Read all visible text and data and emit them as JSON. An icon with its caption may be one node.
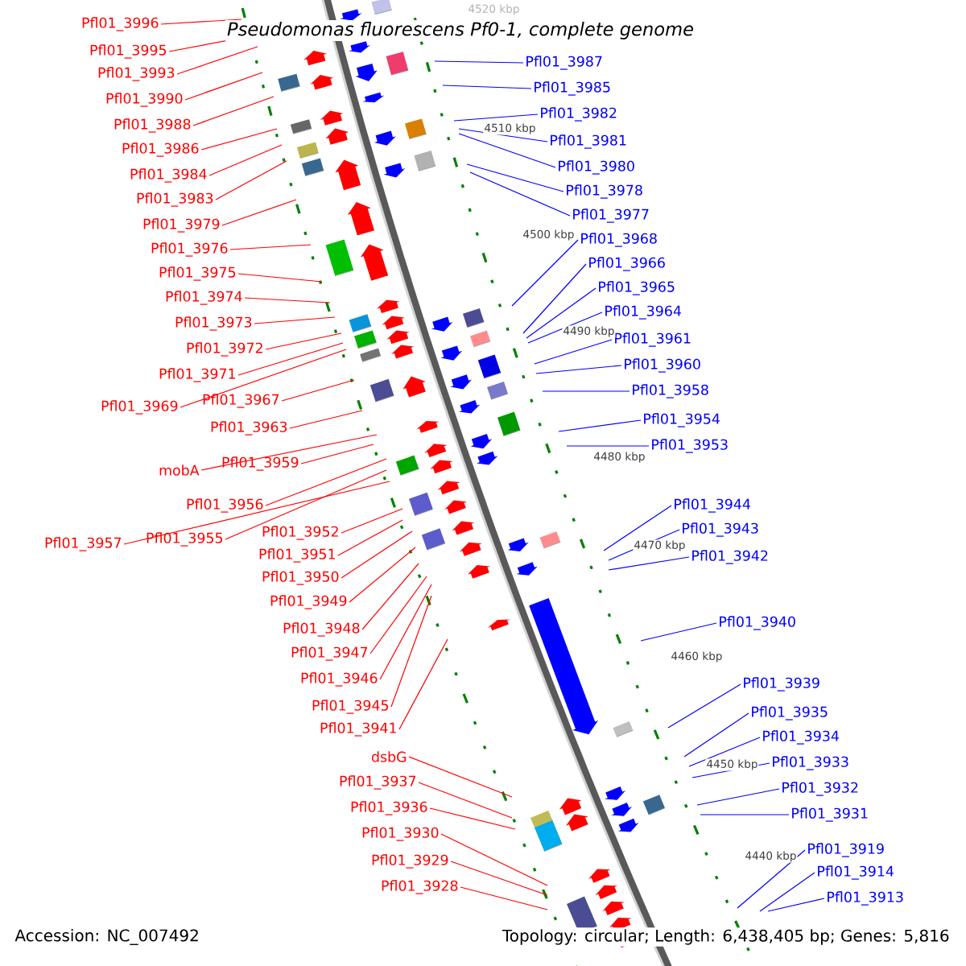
{
  "diagram": {
    "title": "Pseudomonas fluorescens Pf0-1, complete genome",
    "nodes": [
      {
        "text": [
          "Pfl01_3996"
        ]
      },
      {
        "text": [
          "Pfl01_3995"
        ]
      },
      {
        "text": [
          "Pfl01_3993"
        ]
      },
      {
        "text": [
          "Pfl01_3990"
        ]
      },
      {
        "text": [
          "Pfl01_3988"
        ]
      },
      {
        "text": [
          "Pfl01_3986"
        ]
      },
      {
        "text": [
          "Pfl01_3984"
        ]
      },
      {
        "text": [
          "Pfl01_3983"
        ]
      },
      {
        "text": [
          "Pfl01_3979"
        ]
      },
      {
        "text": [
          "Pfl01_3976"
        ]
      },
      {
        "text": [
          "Pfl01_3975"
        ]
      },
      {
        "text": [
          "Pfl01_3974"
        ]
      },
      {
        "text": [
          "Pfl01_3973"
        ]
      },
      {
        "text": [
          "Pfl01_3972"
        ]
      },
      {
        "text": [
          "Pfl01_3971"
        ]
      },
      {
        "text": [
          "Pfl01_3969"
        ]
      },
      {
        "text": [
          "Pfl01_3967"
        ]
      },
      {
        "text": [
          "Pfl01_3963"
        ]
      },
      {
        "text": [
          "mobA"
        ]
      },
      {
        "text": [
          "Pfl01_3959"
        ]
      },
      {
        "text": [
          "Pfl01_3956"
        ]
      },
      {
        "text": [
          "Pfl01_3957"
        ]
      },
      {
        "text": [
          "Pfl01_3955"
        ]
      },
      {
        "text": [
          "Pfl01_3952"
        ]
      },
      {
        "text": [
          "Pfl01_3951"
        ]
      },
      {
        "text": [
          "Pfl01_3950"
        ]
      },
      {
        "text": [
          "Pfl01_3949"
        ]
      },
      {
        "text": [
          "Pfl01_3948"
        ]
      },
      {
        "text": [
          "Pfl01_3947"
        ]
      },
      {
        "text": [
          "Pfl01_3946"
        ]
      },
      {
        "text": [
          "Pfl01_3945"
        ]
      },
      {
        "text": [
          "Pfl01_3941"
        ]
      },
      {
        "text": [
          "dsbG"
        ]
      },
      {
        "text": [
          "Pfl01_3937"
        ]
      },
      {
        "text": [
          "Pfl01_3936"
        ]
      },
      {
        "text": [
          "Pfl01_3930"
        ]
      },
      {
        "text": [
          "Pfl01_3929"
        ]
      },
      {
        "text": [
          "Pfl01_3928"
        ]
      },
      {
        "text": [
          "Pfl01_3987"
        ]
      },
      {
        "text": [
          "Pfl01_3985"
        ]
      },
      {
        "text": [
          "Pfl01_3982"
        ]
      },
      {
        "text": [
          "Pfl01_3981"
        ]
      },
      {
        "text": [
          "Pfl01_3980"
        ]
      },
      {
        "text": [
          "Pfl01_3978"
        ]
      },
      {
        "text": [
          "Pfl01_3977"
        ]
      },
      {
        "text": [
          "Pfl01_3968"
        ]
      },
      {
        "text": [
          "Pfl01_3966"
        ]
      },
      {
        "text": [
          "Pfl01_3965"
        ]
      },
      {
        "text": [
          "Pfl01_3964"
        ]
      },
      {
        "text": [
          "Pfl01_3961"
        ]
      },
      {
        "text": [
          "Pfl01_3960"
        ]
      },
      {
        "text": [
          "Pfl01_3958"
        ]
      },
      {
        "text": [
          "Pfl01_3954"
        ]
      },
      {
        "text": [
          "Pfl01_3953"
        ]
      },
      {
        "text": [
          "Pfl01_3944"
        ]
      },
      {
        "text": [
          "Pfl01_3943"
        ]
      },
      {
        "text": [
          "Pfl01_3942"
        ]
      },
      {
        "text": [
          "Pfl01_3940"
        ]
      },
      {
        "text": [
          "Pfl01_3939"
        ]
      },
      {
        "text": [
          "Pfl01_3935"
        ]
      },
      {
        "text": [
          "Pfl01_3934"
        ]
      },
      {
        "text": [
          "Pfl01_3933"
        ]
      },
      {
        "text": [
          "Pfl01_3932"
        ]
      },
      {
        "text": [
          "Pfl01_3931"
        ]
      },
      {
        "text": [
          "Pfl01_3919"
        ]
      },
      {
        "text": [
          "Pfl01_3914"
        ]
      },
      {
        "text": [
          "Pfl01_3913"
        ]
      }
    ],
    "edges": [
      {
        "from": 0,
        "to": null,
        "arrow": "none"
      },
      {
        "from": 1,
        "to": null,
        "arrow": "none"
      },
      {
        "from": 2,
        "to": null,
        "arrow": "none"
      },
      {
        "from": 3,
        "to": null,
        "arrow": "none"
      },
      {
        "from": 4,
        "to": null,
        "arrow": "none"
      },
      {
        "from": 5,
        "to": null,
        "arrow": "none"
      },
      {
        "from": 6,
        "to": null,
        "arrow": "none"
      },
      {
        "from": 7,
        "to": null,
        "arrow": "none"
      },
      {
        "from": 8,
        "to": null,
        "arrow": "none"
      },
      {
        "from": 9,
        "to": null,
        "arrow": "none"
      },
      {
        "from": 10,
        "to": null,
        "arrow": "none"
      },
      {
        "from": 11,
        "to": null,
        "arrow": "none"
      },
      {
        "from": 12,
        "to": null,
        "arrow": "none"
      },
      {
        "from": 13,
        "to": null,
        "arrow": "none"
      },
      {
        "from": 14,
        "to": null,
        "arrow": "none"
      },
      {
        "from": 15,
        "to": null,
        "arrow": "none"
      },
      {
        "from": 16,
        "to": null,
        "arrow": "none"
      },
      {
        "from": 17,
        "to": null,
        "arrow": "none"
      },
      {
        "from": 18,
        "to": null,
        "arrow": "none"
      },
      {
        "from": 19,
        "to": null,
        "arrow": "none"
      },
      {
        "from": 20,
        "to": null,
        "arrow": "none"
      },
      {
        "from": 21,
        "to": null,
        "arrow": "none"
      },
      {
        "from": 22,
        "to": null,
        "arrow": "none"
      },
      {
        "from": 23,
        "to": null,
        "arrow": "none"
      },
      {
        "from": 24,
        "to": null,
        "arrow": "none"
      },
      {
        "from": 25,
        "to": null,
        "arrow": "none"
      },
      {
        "from": 26,
        "to": null,
        "arrow": "none"
      },
      {
        "from": 27,
        "to": null,
        "arrow": "none"
      },
      {
        "from": 28,
        "to": null,
        "arrow": "none"
      },
      {
        "from": 29,
        "to": null,
        "arrow": "none"
      },
      {
        "from": 30,
        "to": null,
        "arrow": "none"
      },
      {
        "from": 31,
        "to": null,
        "arrow": "none"
      },
      {
        "from": 32,
        "to": null,
        "arrow": "none"
      },
      {
        "from": 33,
        "to": null,
        "arrow": "none"
      },
      {
        "from": 34,
        "to": null,
        "arrow": "none"
      },
      {
        "from": 35,
        "to": null,
        "arrow": "none"
      },
      {
        "from": 36,
        "to": null,
        "arrow": "none"
      },
      {
        "from": 37,
        "to": null,
        "arrow": "none"
      },
      {
        "from": 38,
        "to": null,
        "arrow": "none",
        "color": "#0000ff"
      },
      {
        "from": 39,
        "to": null,
        "arrow": "none",
        "color": "#0000ff"
      },
      {
        "from": 40,
        "to": null,
        "arrow": "none",
        "color": "#0000ff"
      },
      {
        "from": 41,
        "to": null,
        "arrow": "none",
        "color": "#0000ff"
      },
      {
        "from": 42,
        "to": null,
        "arrow": "none",
        "color": "#0000ff"
      },
      {
        "from": 43,
        "to": null,
        "arrow": "none",
        "color": "#0000ff"
      },
      {
        "from": 44,
        "to": null,
        "arrow": "none",
        "color": "#0000ff"
      },
      {
        "from": 45,
        "to": null,
        "arrow": "none",
        "color": "#0000ff"
      },
      {
        "from": 46,
        "to": null,
        "arrow": "none",
        "color": "#0000ff"
      },
      {
        "from": 47,
        "to": null,
        "arrow": "none",
        "color": "#0000ff"
      },
      {
        "from": 48,
        "to": null,
        "arrow": "none",
        "color": "#0000ff"
      },
      {
        "from": 49,
        "to": null,
        "arrow": "none",
        "color": "#0000ff"
      },
      {
        "from": 50,
        "to": null,
        "arrow": "none",
        "color": "#0000ff"
      },
      {
        "from": 51,
        "to": null,
        "arrow": "none",
        "color": "#0000ff"
      },
      {
        "from": 52,
        "to": null,
        "arrow": "none",
        "color": "#0000ff"
      },
      {
        "from": 53,
        "to": null,
        "arrow": "none",
        "color": "#0000ff"
      },
      {
        "from": 54,
        "to": null,
        "arrow": "none",
        "color": "#0000ff"
      },
      {
        "from": 55,
        "to": null,
        "arrow": "none",
        "color": "#0000ff"
      },
      {
        "from": 56,
        "to": null,
        "arrow": "none",
        "color": "#0000ff"
      },
      {
        "from": 57,
        "to": null,
        "arrow": "none",
        "color": "#0000ff"
      },
      {
        "from": 58,
        "to": null,
        "arrow": "none",
        "color": "#0000ff"
      },
      {
        "from": 59,
        "to": null,
        "arrow": "none",
        "color": "#0000ff"
      },
      {
        "from": 60,
        "to": null,
        "arrow": "none",
        "color": "#0000ff"
      },
      {
        "from": 61,
        "to": null,
        "arrow": "none",
        "color": "#0000ff"
      },
      {
        "from": 62,
        "to": null,
        "arrow": "none",
        "color": "#0000ff"
      },
      {
        "from": 63,
        "to": null,
        "arrow": "none",
        "color": "#0000ff"
      },
      {
        "from": 64,
        "to": null,
        "arrow": "none",
        "color": "#0000ff"
      },
      {
        "from": 65,
        "to": null,
        "arrow": "none",
        "color": "#0000ff"
      },
      {
        "from": 66,
        "to": null,
        "arrow": "none",
        "color": "#0000ff"
      }
    ],
    "labels": [
      "4520 kbp",
      "4510 kbp",
      "4500 kbp",
      "4490 kbp",
      "4480 kbp",
      "4470 kbp",
      "4460 kbp",
      "4450 kbp",
      "4440 kbp",
      "Accession: NC_007492",
      "Topology: circular; Length: 6,438,405 bp; Genes: 5,816"
    ]
  }
}
